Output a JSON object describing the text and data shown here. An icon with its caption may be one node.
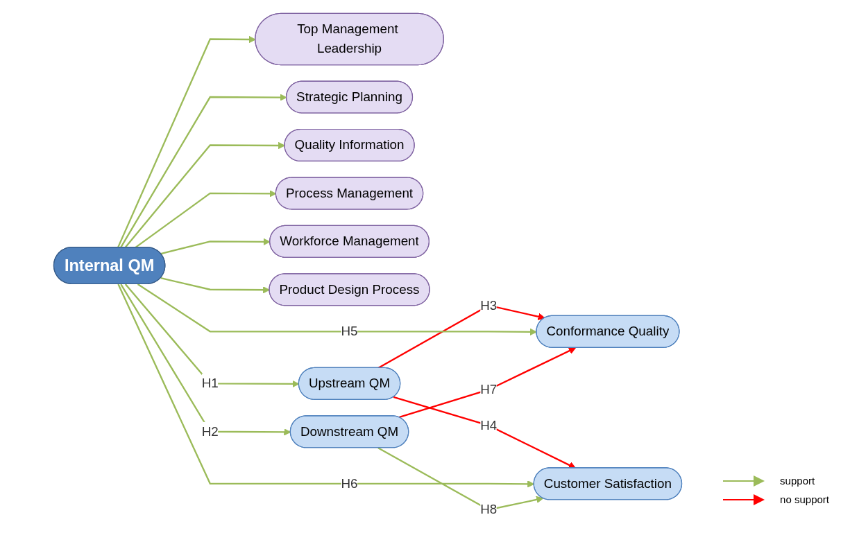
{
  "diagram": {
    "nodes": [
      {
        "text": [
          "Top Management Leadership"
        ]
      },
      {
        "text": [
          "Strategic Planning"
        ]
      },
      {
        "text": [
          "Quality Information"
        ]
      },
      {
        "text": [
          "Process Management"
        ]
      },
      {
        "text": [
          "Workforce Management"
        ]
      },
      {
        "text": [
          "Product Design Process"
        ]
      },
      {
        "text": [
          "Internal QM"
        ]
      },
      {
        "text": [
          "Upstream QM"
        ]
      },
      {
        "text": [
          "Conformance Quality"
        ]
      },
      {
        "text": [
          "Customer Satisfaction"
        ]
      },
      {
        "text": [
          "Downstream QM"
        ]
      }
    ],
    "edges": [
      {
        "from": 6,
        "to": 0,
        "arrow": "to"
      },
      {
        "from": 6,
        "to": 1,
        "arrow": "to"
      },
      {
        "from": 6,
        "to": 2,
        "arrow": "to"
      },
      {
        "from": 6,
        "to": 3,
        "arrow": "to"
      },
      {
        "from": 6,
        "to": 4,
        "arrow": "to"
      },
      {
        "from": 6,
        "to": 5,
        "arrow": "to"
      },
      {
        "from": 6,
        "to": 7,
        "arrow": "to",
        "label": "H1"
      },
      {
        "from": 6,
        "to": 10,
        "arrow": "to",
        "label": "H2"
      },
      {
        "from": 7,
        "to": 8,
        "arrow": "to",
        "label": "H3",
        "color": "#ff0000"
      },
      {
        "from": 7,
        "to": 9,
        "arrow": "to",
        "label": "H4",
        "color": "#ff0000"
      },
      {
        "from": 6,
        "to": 8,
        "arrow": "to",
        "label": "H5"
      },
      {
        "from": 6,
        "to": 9,
        "arrow": "to",
        "label": "H6"
      },
      {
        "from": 10,
        "to": 8,
        "arrow": "to",
        "label": "H7",
        "color": "#ff0000"
      },
      {
        "from": 10,
        "to": 9,
        "arrow": "to",
        "label": "H8"
      }
    ],
    "legend": [
      {
        "text": "support"
      },
      {
        "text": "no support"
      }
    ]
  }
}
